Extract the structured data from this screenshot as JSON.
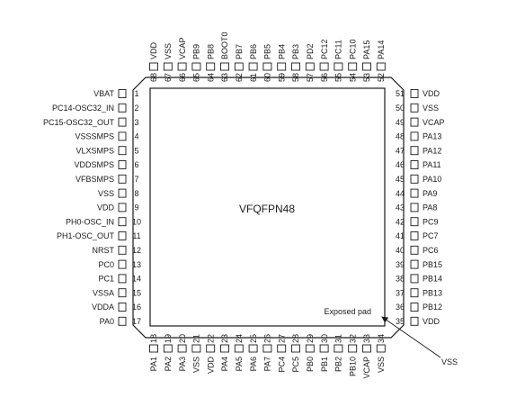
{
  "package_name": "VFQFPN48",
  "exposed_pad_label": "Exposed pad",
  "exposed_pad_net": "VSS",
  "left_pins": [
    {
      "num": "1",
      "name": "VBAT"
    },
    {
      "num": "2",
      "name": "PC14-OSC32_IN"
    },
    {
      "num": "3",
      "name": "PC15-OSC32_OUT"
    },
    {
      "num": "4",
      "name": "VSSSMPS"
    },
    {
      "num": "5",
      "name": "VLXSMPS"
    },
    {
      "num": "6",
      "name": "VDDSMPS"
    },
    {
      "num": "7",
      "name": "VFBSMPS"
    },
    {
      "num": "8",
      "name": "VSS"
    },
    {
      "num": "9",
      "name": "VDD"
    },
    {
      "num": "10",
      "name": "PH0-OSC_IN"
    },
    {
      "num": "11",
      "name": "PH1-OSC_OUT"
    },
    {
      "num": "12",
      "name": "NRST"
    },
    {
      "num": "13",
      "name": "PC0"
    },
    {
      "num": "14",
      "name": "PC1"
    },
    {
      "num": "15",
      "name": "VSSA"
    },
    {
      "num": "16",
      "name": "VDDA"
    },
    {
      "num": "17",
      "name": "PA0"
    }
  ],
  "bottom_pins": [
    {
      "num": "18",
      "name": "PA1"
    },
    {
      "num": "19",
      "name": "PA2"
    },
    {
      "num": "20",
      "name": "PA3"
    },
    {
      "num": "21",
      "name": "VSS"
    },
    {
      "num": "22",
      "name": "VDD"
    },
    {
      "num": "23",
      "name": "PA4"
    },
    {
      "num": "24",
      "name": "PA5"
    },
    {
      "num": "25",
      "name": "PA6"
    },
    {
      "num": "26",
      "name": "PA7"
    },
    {
      "num": "27",
      "name": "PC4"
    },
    {
      "num": "28",
      "name": "PC5"
    },
    {
      "num": "29",
      "name": "PB0"
    },
    {
      "num": "30",
      "name": "PB1"
    },
    {
      "num": "31",
      "name": "PB2"
    },
    {
      "num": "32",
      "name": "PB10"
    },
    {
      "num": "33",
      "name": "VCAP"
    },
    {
      "num": "34",
      "name": "VSS"
    }
  ],
  "right_pins": [
    {
      "num": "35",
      "name": "VDD"
    },
    {
      "num": "36",
      "name": "PB12"
    },
    {
      "num": "37",
      "name": "PB13"
    },
    {
      "num": "38",
      "name": "PB14"
    },
    {
      "num": "39",
      "name": "PB15"
    },
    {
      "num": "40",
      "name": "PC6"
    },
    {
      "num": "41",
      "name": "PC7"
    },
    {
      "num": "42",
      "name": "PC9"
    },
    {
      "num": "43",
      "name": "PA8"
    },
    {
      "num": "44",
      "name": "PA9"
    },
    {
      "num": "45",
      "name": "PA10"
    },
    {
      "num": "46",
      "name": "PA11"
    },
    {
      "num": "47",
      "name": "PA12"
    },
    {
      "num": "48",
      "name": "PA13"
    },
    {
      "num": "49",
      "name": "VCAP"
    },
    {
      "num": "50",
      "name": "VSS"
    },
    {
      "num": "51",
      "name": "VDD"
    }
  ],
  "top_pins": [
    {
      "num": "52",
      "name": "PA14"
    },
    {
      "num": "53",
      "name": "PA15"
    },
    {
      "num": "54",
      "name": "PC10"
    },
    {
      "num": "55",
      "name": "PC11"
    },
    {
      "num": "56",
      "name": "PC12"
    },
    {
      "num": "57",
      "name": "PD2"
    },
    {
      "num": "58",
      "name": "PB3"
    },
    {
      "num": "59",
      "name": "PB4"
    },
    {
      "num": "60",
      "name": "PB5"
    },
    {
      "num": "61",
      "name": "PB6"
    },
    {
      "num": "62",
      "name": "PB7"
    },
    {
      "num": "63",
      "name": "BOOT0"
    },
    {
      "num": "64",
      "name": "PB8"
    },
    {
      "num": "65",
      "name": "PB9"
    },
    {
      "num": "66",
      "name": "VCAP"
    },
    {
      "num": "67",
      "name": "VSS"
    },
    {
      "num": "68",
      "name": "VDD"
    }
  ]
}
